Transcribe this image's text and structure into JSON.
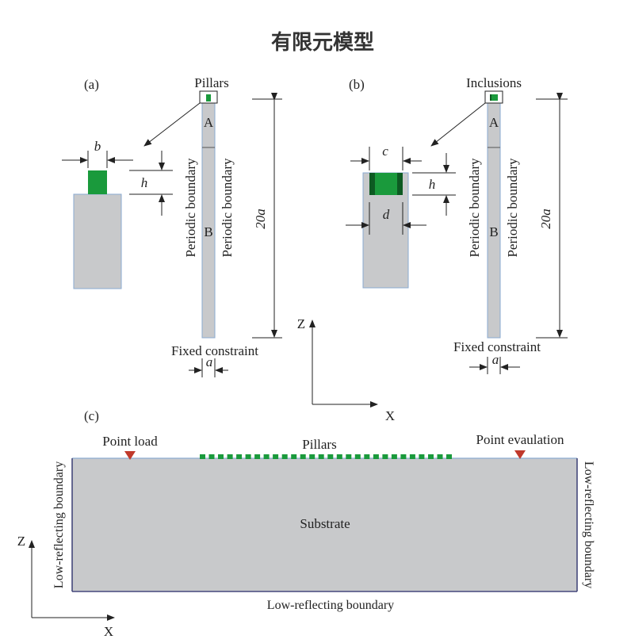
{
  "title": "有限元模型",
  "panel_a": {
    "label": "(a)",
    "top_label": "Pillars",
    "region_a": "A",
    "region_b": "B",
    "periodic_left": "Periodic boundary",
    "periodic_right": "Periodic boundary",
    "height_dim": "20a",
    "fixed": "Fixed constraint",
    "width_dim": "a",
    "dim_b": "b",
    "dim_h": "h"
  },
  "panel_b": {
    "label": "(b)",
    "top_label": "Inclusions",
    "region_a": "A",
    "region_b": "B",
    "periodic_left": "Periodic boundary",
    "periodic_right": "Periodic boundary",
    "height_dim": "20a",
    "fixed": "Fixed constraint",
    "width_dim": "a",
    "dim_c": "c",
    "dim_d": "d",
    "dim_h": "h"
  },
  "axes_mid": {
    "z": "Z",
    "x": "X"
  },
  "panel_c": {
    "label": "(c)",
    "point_load": "Point load",
    "pillars": "Pillars",
    "point_eval": "Point evaulation",
    "substrate": "Substrate",
    "left_boundary": "Low-reflecting boundary",
    "right_boundary": "Low-reflecting boundary",
    "bottom_boundary": "Low-reflecting boundary",
    "axis_z": "Z",
    "axis_x": "X",
    "pillar_count": 28
  },
  "colors": {
    "substrate": "#c8c9cb",
    "pillar": "#1a9a3c",
    "pillar_dark": "#0d5a22",
    "edge": "#8aaad0",
    "marker": "#c0392b"
  }
}
